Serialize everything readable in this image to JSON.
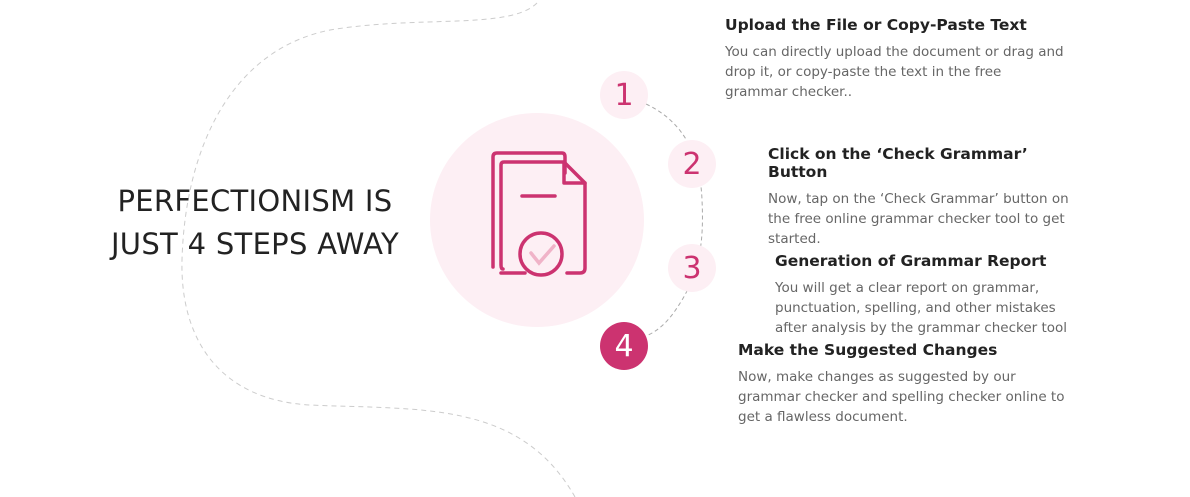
{
  "headline": "PERFECTIONISM IS JUST 4 STEPS AWAY",
  "accent": "#cc3370",
  "steps": [
    {
      "number": "1",
      "title": "Upload the File or Copy-Paste Text",
      "body": "You can directly upload the document or drag and drop it, or copy-paste the text in the free grammar checker.."
    },
    {
      "number": "2",
      "title": "Click on the ‘Check Grammar’ Button",
      "body": "Now, tap on the ‘Check Grammar’ button on the free online grammar checker tool to get started."
    },
    {
      "number": "3",
      "title": "Generation of Grammar Report",
      "body": "You will get a clear report on grammar, punctuation, spelling, and other mistakes after analysis by the grammar checker tool"
    },
    {
      "number": "4",
      "title": "Make the Suggested Changes",
      "body": "Now, make changes as suggested by our grammar checker and spelling checker online to get a flawless document."
    }
  ]
}
